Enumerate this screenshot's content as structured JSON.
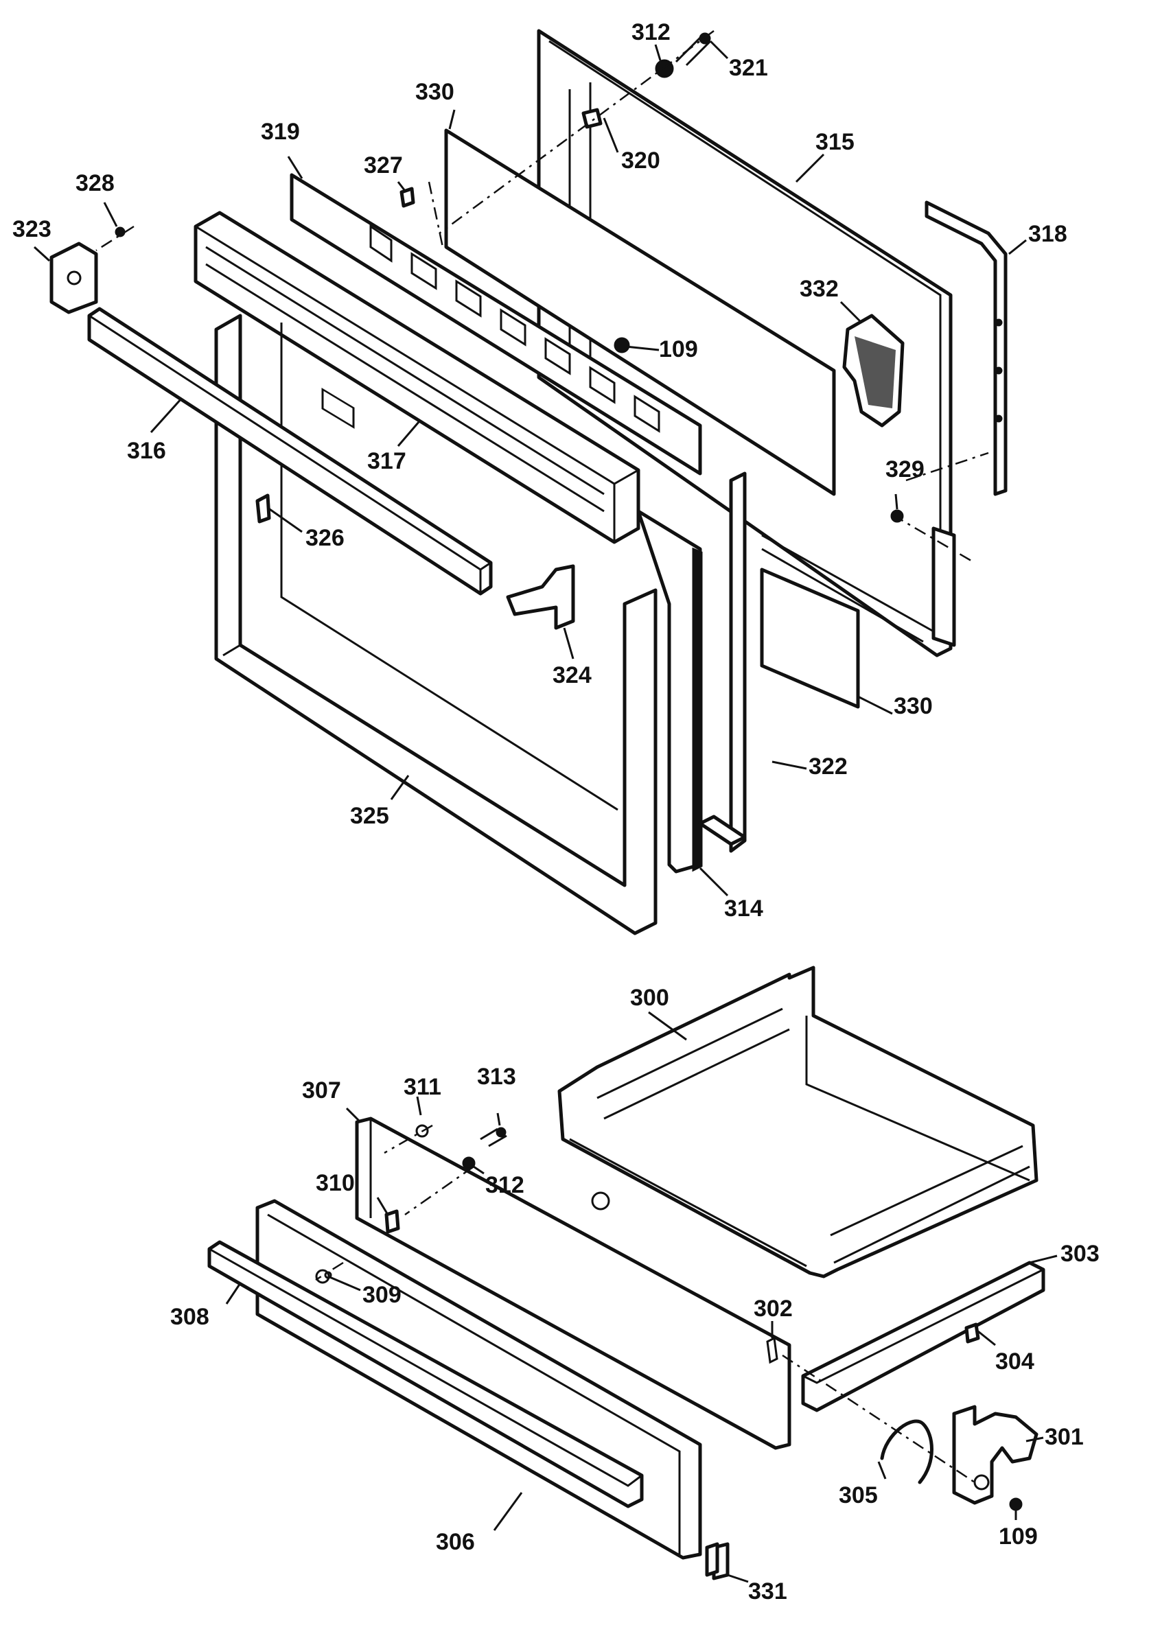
{
  "callouts": [
    {
      "id": "c312a",
      "text": "312"
    },
    {
      "id": "c321",
      "text": "321"
    },
    {
      "id": "c330a",
      "text": "330"
    },
    {
      "id": "c319",
      "text": "319"
    },
    {
      "id": "c327",
      "text": "327"
    },
    {
      "id": "c320",
      "text": "320"
    },
    {
      "id": "c315",
      "text": "315"
    },
    {
      "id": "c328",
      "text": "328"
    },
    {
      "id": "c323",
      "text": "323"
    },
    {
      "id": "c318",
      "text": "318"
    },
    {
      "id": "c332",
      "text": "332"
    },
    {
      "id": "c109a",
      "text": "109"
    },
    {
      "id": "c316",
      "text": "316"
    },
    {
      "id": "c317",
      "text": "317"
    },
    {
      "id": "c329",
      "text": "329"
    },
    {
      "id": "c326",
      "text": "326"
    },
    {
      "id": "c324",
      "text": "324"
    },
    {
      "id": "c330b",
      "text": "330"
    },
    {
      "id": "c322",
      "text": "322"
    },
    {
      "id": "c325",
      "text": "325"
    },
    {
      "id": "c314",
      "text": "314"
    },
    {
      "id": "c300",
      "text": "300"
    },
    {
      "id": "c307",
      "text": "307"
    },
    {
      "id": "c311",
      "text": "311"
    },
    {
      "id": "c313",
      "text": "313"
    },
    {
      "id": "c312b",
      "text": "312"
    },
    {
      "id": "c310",
      "text": "310"
    },
    {
      "id": "c303",
      "text": "303"
    },
    {
      "id": "c309",
      "text": "309"
    },
    {
      "id": "c308",
      "text": "308"
    },
    {
      "id": "c302",
      "text": "302"
    },
    {
      "id": "c304",
      "text": "304"
    },
    {
      "id": "c301",
      "text": "301"
    },
    {
      "id": "c305",
      "text": "305"
    },
    {
      "id": "c306",
      "text": "306"
    },
    {
      "id": "c109b",
      "text": "109"
    },
    {
      "id": "c331",
      "text": "331"
    }
  ]
}
